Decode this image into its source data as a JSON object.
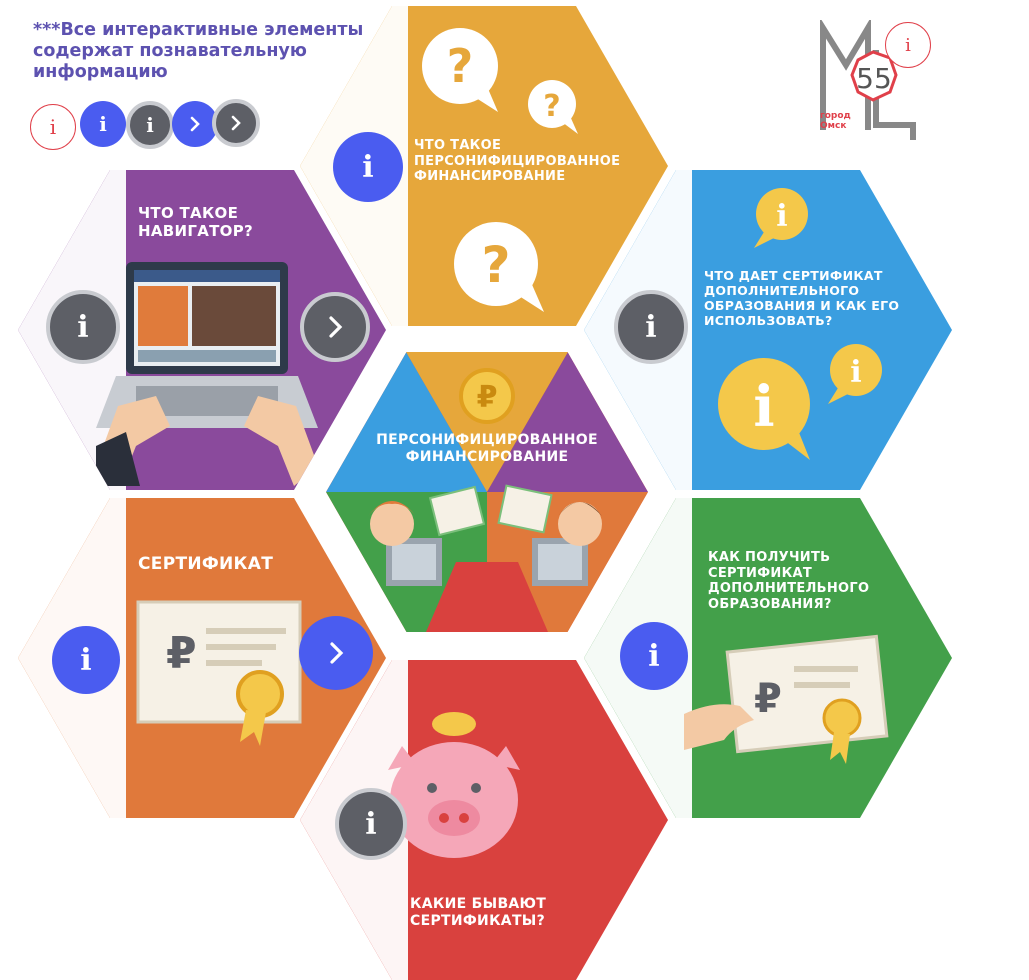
{
  "note": "***Все интерактивные элементы содержат познавательную информацию",
  "legend": {
    "info": "i"
  },
  "logo": {
    "text": "55",
    "caption": "город Омск",
    "info": "i"
  },
  "hexes": {
    "financing": {
      "title": "Что такое персонифицированное финансирование",
      "info": "i",
      "color": "#e6a73b"
    },
    "navigator": {
      "title": "Что такое навигатор?",
      "info": "i",
      "color": "#8a4a9c"
    },
    "certificate_use": {
      "title": "Что дает сертификат дополнительного образования и как его использовать?",
      "info": "i",
      "color": "#3a9ee0"
    },
    "center": {
      "title": "Персонифицированное финансирование"
    },
    "certificate": {
      "title": "Сертификат",
      "info": "i",
      "color": "#e0793b"
    },
    "get_certificate": {
      "title": "Как получить сертификат дополнительного образования?",
      "info": "i",
      "color": "#43a04a"
    },
    "types": {
      "title": "Какие бывают сертификаты?",
      "info": "i",
      "color": "#d9413e"
    }
  },
  "certificate_symbol": "₽"
}
